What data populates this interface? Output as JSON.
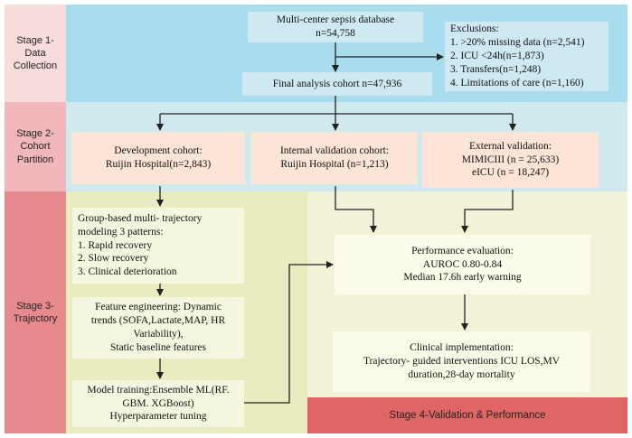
{
  "stages": {
    "s1": "Stage 1-\nData\nCollection",
    "s2": "Stage 2-\nCohort\nPartition",
    "s3": "Stage 3-\nTrajectory",
    "s4": "Stage 4-Validation & Performance"
  },
  "boxes": {
    "db": [
      "Multi-center sepsis database",
      "n=54,758"
    ],
    "exclusions": [
      "Exclusions:",
      "1. >20% missing data (n=2,541)",
      "2. ICU <24h(n=1,873)",
      "3. Transfers(n=1,248)",
      "4. Limitations of care (n=1,160)"
    ],
    "final": [
      "Final analysis cohort n=47,936"
    ],
    "development": [
      "Development cohort:",
      "Ruijin Hospital(n=2,843)"
    ],
    "internal": [
      "Internal validation cohort:",
      "Ruijin Hospital (n=1,213)"
    ],
    "external": [
      "External validation:",
      "MIMICIII (n = 25,633)",
      "eICU (n = 18,247)"
    ],
    "gbtm": [
      "Group-based multi- trajectory",
      "modeling 3 patterns:",
      "1. Rapid recovery",
      "2. Slow recovery",
      "3. Clinical deterioration"
    ],
    "feature": [
      "Feature engineering: Dynamic",
      "trends (SOFA,Lactate,MAP, HR",
      "Variability),",
      "Static baseline features"
    ],
    "training": [
      "Model training:Ensemble ML(RF.",
      "GBM. XGBoost)",
      "Hyperparameter tuning"
    ],
    "performance": [
      "Performance evaluation:",
      "AUROC 0.80-0.84",
      "Median 17.6h early warning"
    ],
    "clinical": [
      "Clinical implementation:",
      "Trajectory- guided interventions ICU LOS,MV",
      "duration,28-day mortality"
    ]
  },
  "colors": {
    "stage1_bg": "#f8dcdc",
    "stage2_bg": "#f2b7bb",
    "stage3_bg": "#e8898d",
    "stage4_bg": "#e06666",
    "band1": "#a9dcec",
    "band2": "#cfe9ef",
    "band3_left": "#e8ecbf",
    "band3_right": "#f2f2d8",
    "cohort_box": "#fce4d6",
    "trajectory_box": "#f4f6df",
    "arrow": "#222222"
  }
}
